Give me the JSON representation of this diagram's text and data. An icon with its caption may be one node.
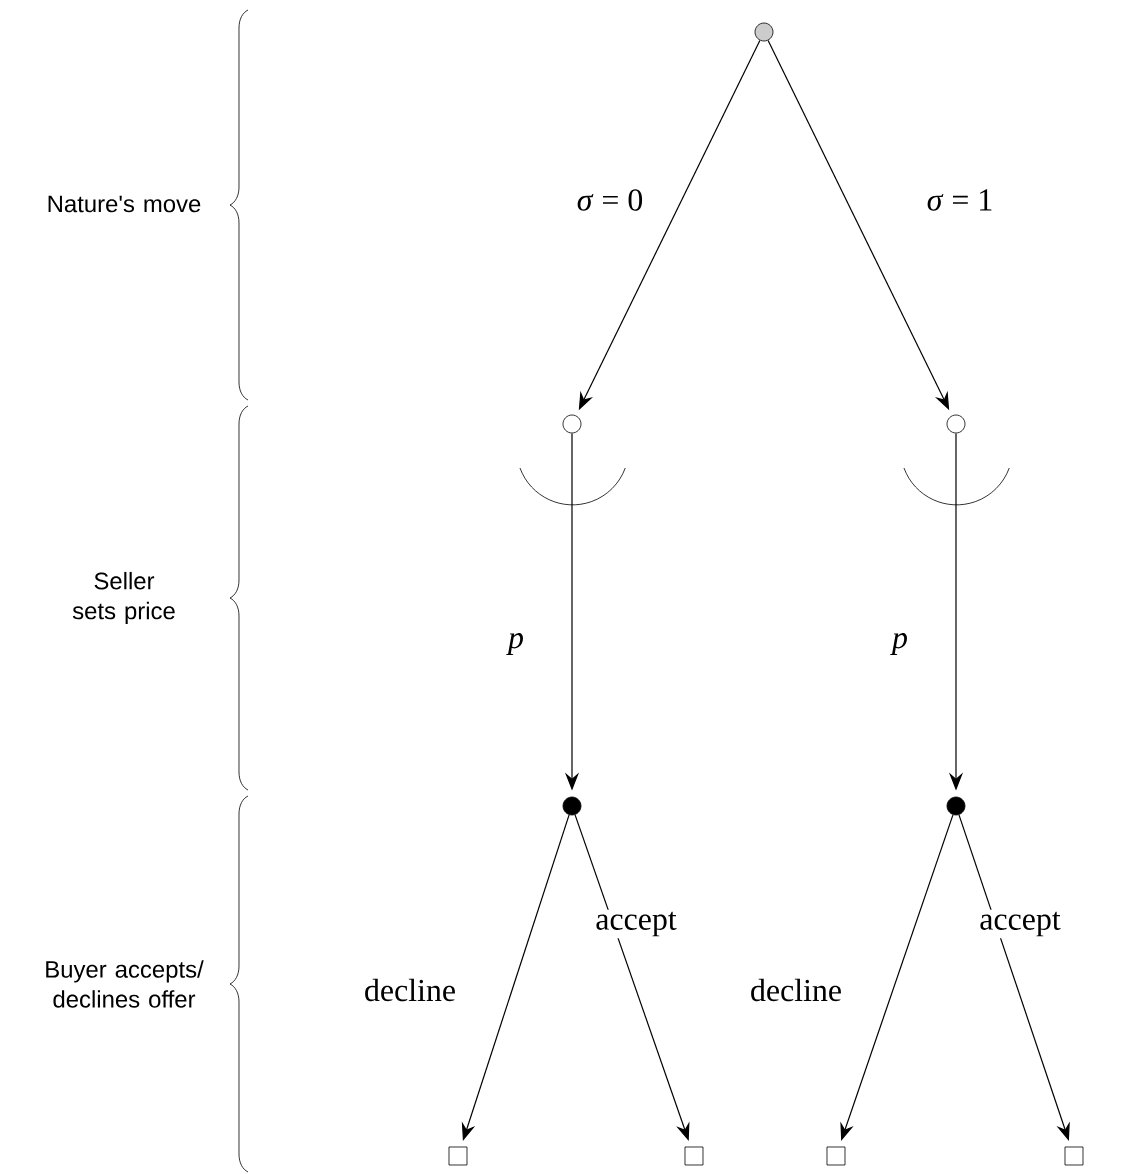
{
  "diagram": {
    "nodes": [
      {
        "text": [],
        "shape": "circle"
      },
      {
        "text": [],
        "shape": "circle"
      },
      {
        "text": [],
        "shape": "circle"
      },
      {
        "text": [],
        "shape": "circle"
      },
      {
        "text": [],
        "shape": "circle"
      },
      {
        "text": [],
        "shape": "box"
      },
      {
        "text": [],
        "shape": "box"
      },
      {
        "text": [],
        "shape": "box"
      },
      {
        "text": [],
        "shape": "box"
      }
    ],
    "edges": [
      {
        "from": 0,
        "to": 1,
        "arrow": "to",
        "label": "*σ* = 0"
      },
      {
        "from": 0,
        "to": 2,
        "arrow": "to",
        "label": "*σ* = 1"
      },
      {
        "from": 1,
        "to": 3,
        "arrow": "to",
        "label": "*p*"
      },
      {
        "from": 2,
        "to": 4,
        "arrow": "to",
        "label": "*p*"
      },
      {
        "from": 3,
        "to": 5,
        "arrow": "to",
        "label": "decline"
      },
      {
        "from": 3,
        "to": 6,
        "arrow": "to",
        "label": "accept"
      },
      {
        "from": 4,
        "to": 7,
        "arrow": "to",
        "label": "decline"
      },
      {
        "from": 4,
        "to": 8,
        "arrow": "to",
        "label": "accept"
      }
    ],
    "labels": [
      "Nature's move",
      "Seller sets price",
      "Buyer accepts/ declines offer"
    ]
  }
}
